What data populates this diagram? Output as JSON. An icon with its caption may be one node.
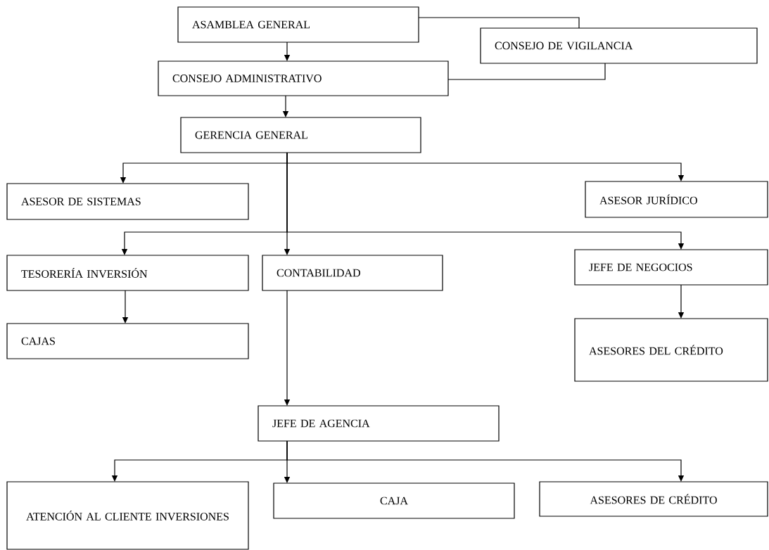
{
  "diagram": {
    "nodes": [
      {
        "text": [
          "ASAMBLEA GENERAL"
        ]
      },
      {
        "text": [
          "CONSEJO DE VIGILANCIA"
        ]
      },
      {
        "text": [
          "CONSEJO ADMINISTRATIVO"
        ]
      },
      {
        "text": [
          "GERENCIA GENERAL"
        ]
      },
      {
        "text": [
          "ASESOR DE SISTEMAS"
        ]
      },
      {
        "text": [
          "ASESOR JURÍDICO"
        ]
      },
      {
        "text": [
          "TESORERÍA INVERSIÓN"
        ]
      },
      {
        "text": [
          "CONTABILIDAD"
        ]
      },
      {
        "text": [
          "JEFE DE NEGOCIOS"
        ]
      },
      {
        "text": [
          "CAJAS"
        ]
      },
      {
        "text": [
          "ASESORES DEL CRÉDITO"
        ]
      },
      {
        "text": [
          "JEFE DE AGENCIA"
        ]
      },
      {
        "text": [
          "ATENCIÓN AL CLIENTE INVERSIONES"
        ]
      },
      {
        "text": [
          "CAJA"
        ]
      },
      {
        "text": [
          "ASESORES DE CRÉDITO"
        ]
      }
    ],
    "edges": [
      {
        "from": 0,
        "to": 1,
        "arrow": "none"
      },
      {
        "from": 2,
        "to": 1,
        "arrow": "none"
      },
      {
        "from": 0,
        "to": 2,
        "arrow": "to"
      },
      {
        "from": 2,
        "to": 3,
        "arrow": "to"
      },
      {
        "from": 3,
        "to": 4,
        "arrow": "to"
      },
      {
        "from": 3,
        "to": 5,
        "arrow": "to"
      },
      {
        "from": 3,
        "to": 7,
        "arrow": "to"
      },
      {
        "from": 3,
        "to": 6,
        "arrow": "to"
      },
      {
        "from": 3,
        "to": 8,
        "arrow": "to"
      },
      {
        "from": 6,
        "to": 9,
        "arrow": "to"
      },
      {
        "from": 8,
        "to": 10,
        "arrow": "to"
      },
      {
        "from": 7,
        "to": 11,
        "arrow": "to"
      },
      {
        "from": 11,
        "to": 12,
        "arrow": "to"
      },
      {
        "from": 11,
        "to": 13,
        "arrow": "to"
      },
      {
        "from": 11,
        "to": 14,
        "arrow": "to"
      }
    ]
  }
}
